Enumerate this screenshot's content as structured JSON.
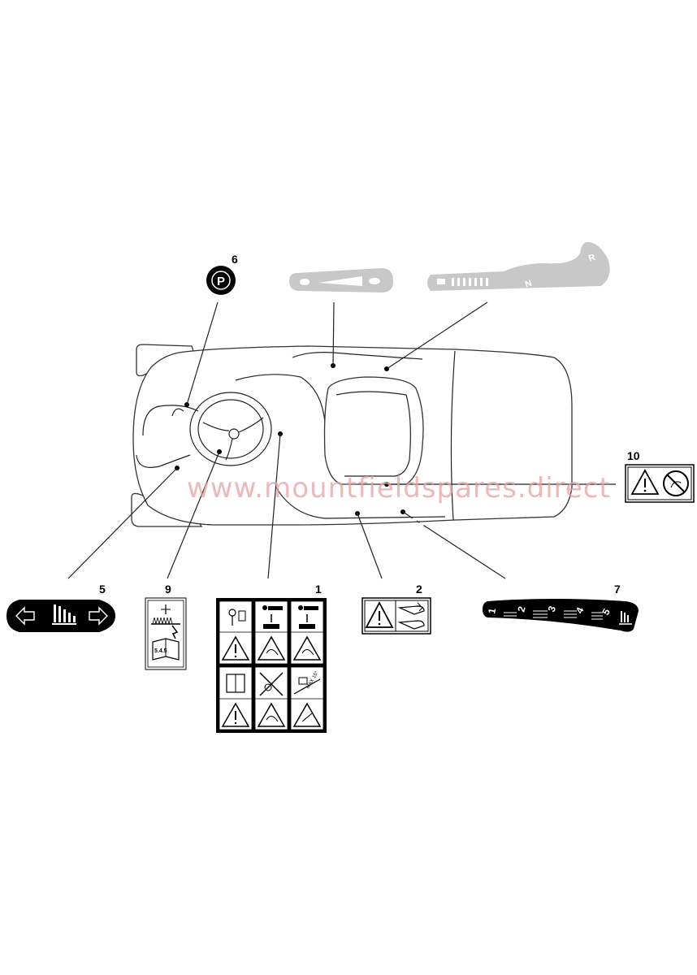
{
  "watermark": "www.mountfieldspares.direct",
  "callouts": {
    "c1": "1",
    "c2": "2",
    "c5": "5",
    "c6": "6",
    "c7": "7",
    "c9": "9",
    "c10": "10"
  },
  "labels": {
    "parking_letter": "P",
    "gear_n": "N",
    "gear_r": "R",
    "speed_1": "1",
    "speed_2": "2",
    "speed_3": "3",
    "speed_4": "4",
    "speed_5": "5",
    "manual_ref": "5.4.5",
    "max_angle": "MAX 15°"
  },
  "icons": {
    "parking": "parking-brake-icon",
    "warning": "warning-triangle-icon",
    "book": "manual-book-icon",
    "arrow": "arrow-icon",
    "hand": "hand-icon",
    "person": "person-icon",
    "no_touch": "prohibited-icon"
  },
  "colors": {
    "ink": "#000000",
    "grey_label": "#c8c8c8",
    "watermark": "#e8a0a0"
  }
}
